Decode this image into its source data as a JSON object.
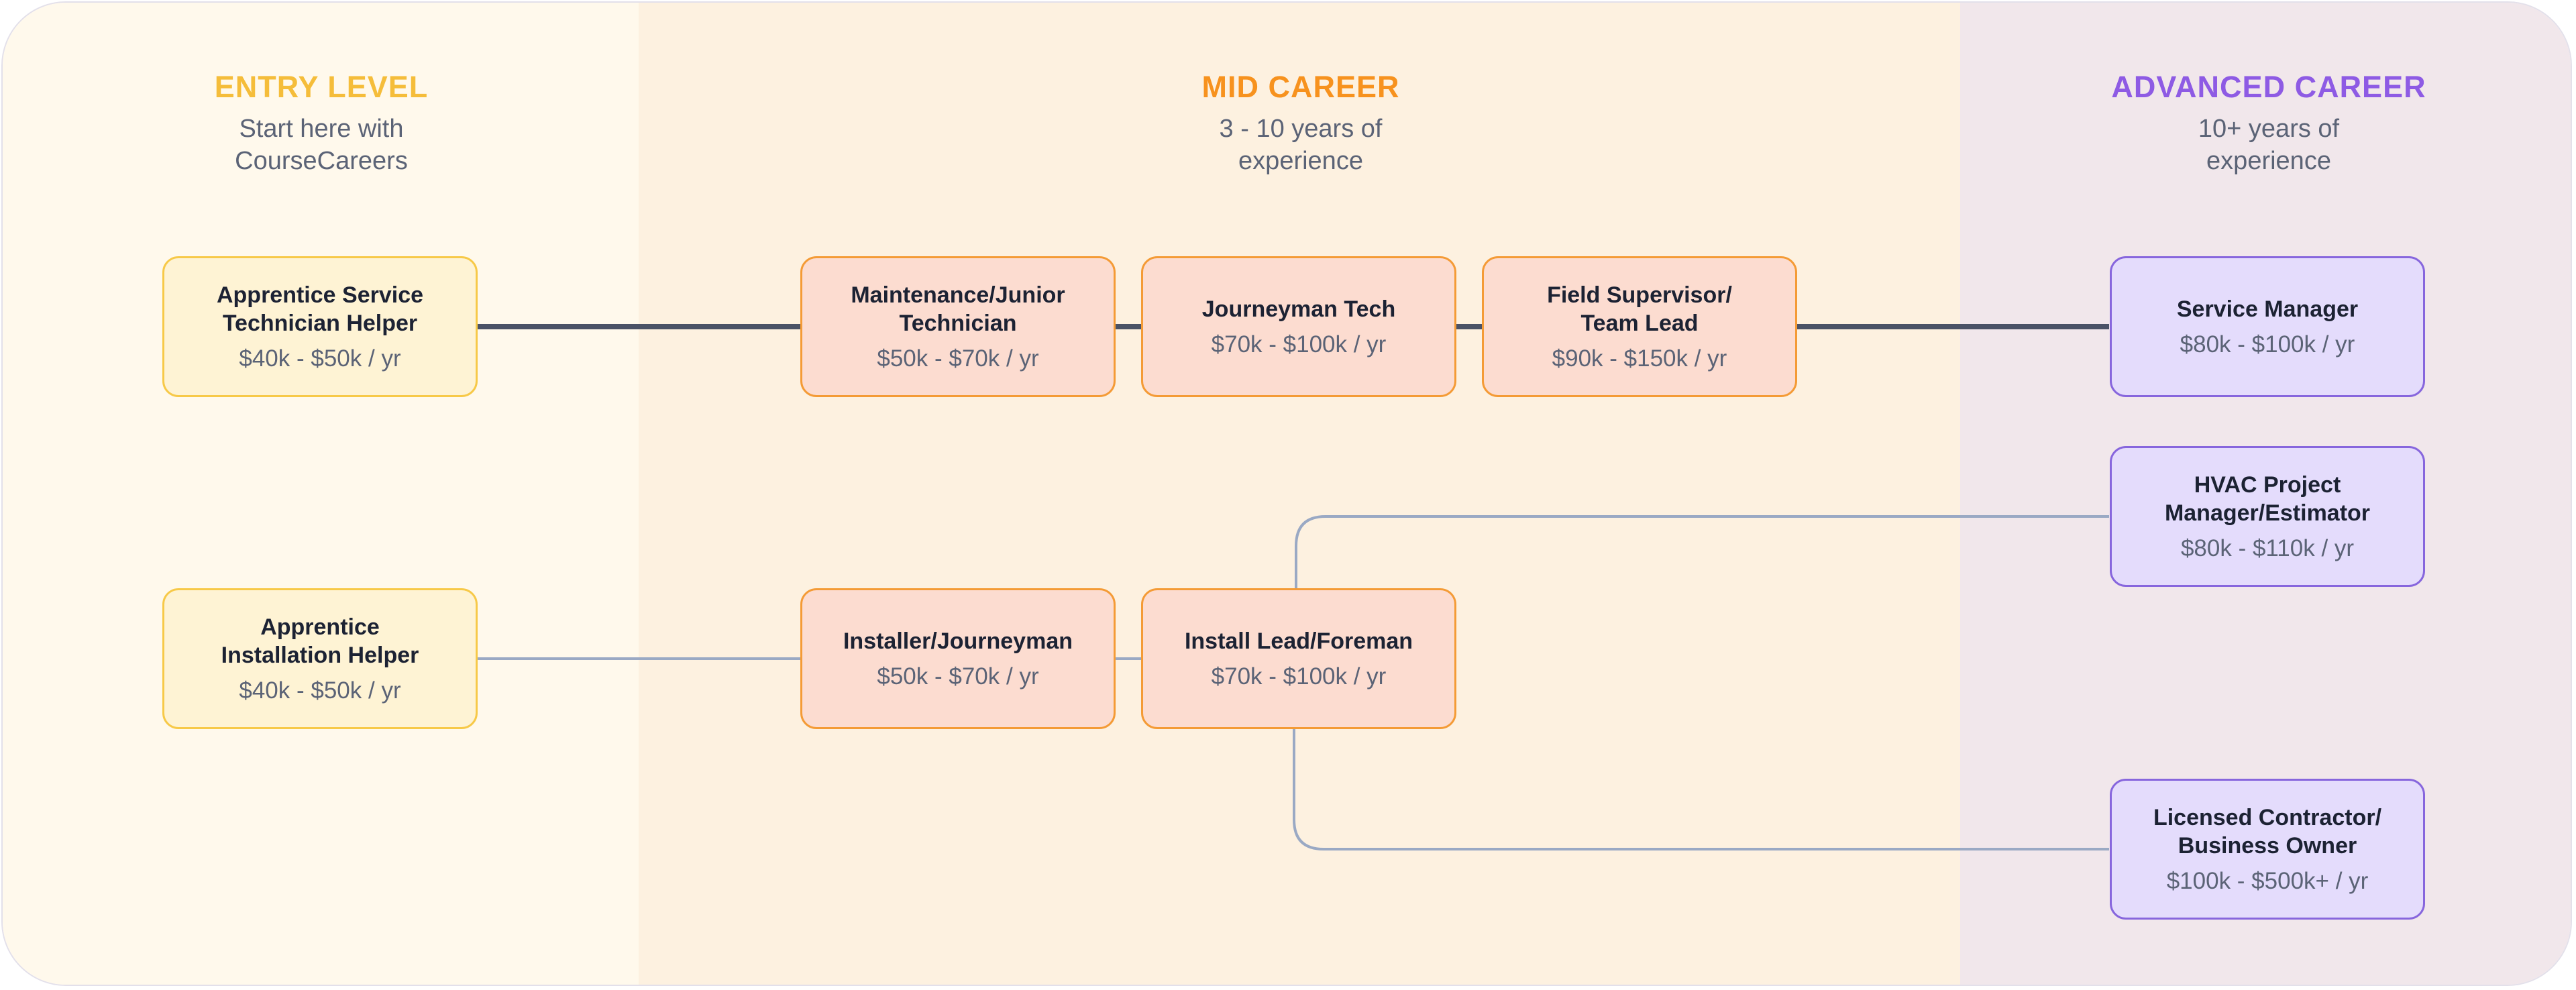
{
  "columns": [
    {
      "title": "ENTRY LEVEL",
      "subtitle": "Start here with\nCourseCareers",
      "color": "#f5bd3a"
    },
    {
      "title": "MID CAREER",
      "subtitle": "3 - 10 years of\nexperience",
      "color": "#f7921e"
    },
    {
      "title": "ADVANCED CAREER",
      "subtitle": "10+ years of\nexperience",
      "color": "#8e5be4"
    }
  ],
  "nodes": {
    "apprentice_service": {
      "title": "Apprentice Service\nTechnician Helper",
      "salary": "$40k - $50k / yr"
    },
    "maintenance": {
      "title": "Maintenance/Junior\nTechnician",
      "salary": "$50k - $70k / yr"
    },
    "journeyman_tech": {
      "title": "Journeyman Tech",
      "salary": "$70k - $100k / yr"
    },
    "field_supervisor": {
      "title": "Field Supervisor/\nTeam Lead",
      "salary": "$90k - $150k / yr"
    },
    "service_manager": {
      "title": "Service Manager",
      "salary": "$80k - $100k / yr"
    },
    "hvac_pm": {
      "title": "HVAC Project\nManager/Estimator",
      "salary": "$80k - $110k / yr"
    },
    "apprentice_install": {
      "title": "Apprentice\nInstallation Helper",
      "salary": "$40k - $50k / yr"
    },
    "installer": {
      "title": "Installer/Journeyman",
      "salary": "$50k - $70k / yr"
    },
    "install_lead": {
      "title": "Install Lead/Foreman",
      "salary": "$70k - $100k / yr"
    },
    "licensed_contractor": {
      "title": "Licensed Contractor/\nBusiness Owner",
      "salary": "$100k - $500k+ / yr"
    }
  },
  "colors": {
    "service_path_line": "#4a5266",
    "install_path_line": "#9aa9c4"
  }
}
